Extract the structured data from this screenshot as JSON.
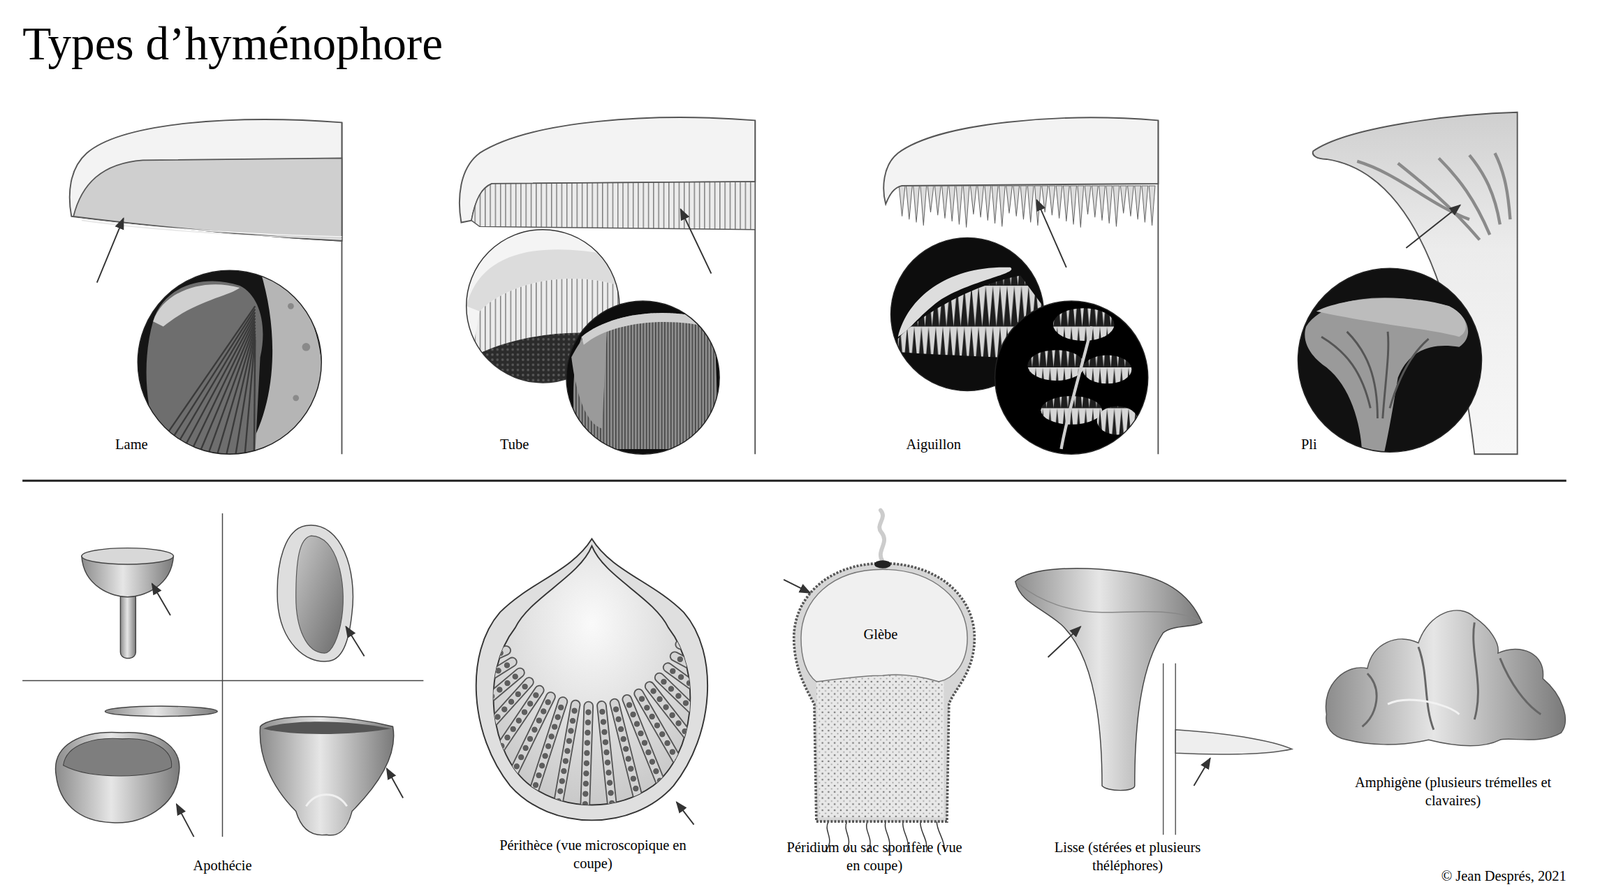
{
  "diagram": {
    "title": "Types d’hyménophore",
    "labels": [
      "Lame",
      "Tube",
      "Aiguillon",
      "Pli",
      "Apothécie",
      "Périthèce (vue microscopique en coupe)",
      "Glèbe",
      "Péridium ou sac sporifère (vue en coupe)",
      "Lisse (stérées et plusieurs théléphores)",
      "Amphigène (plusieurs trémelles et clavaires)",
      "© Jean Després, 2021"
    ]
  }
}
